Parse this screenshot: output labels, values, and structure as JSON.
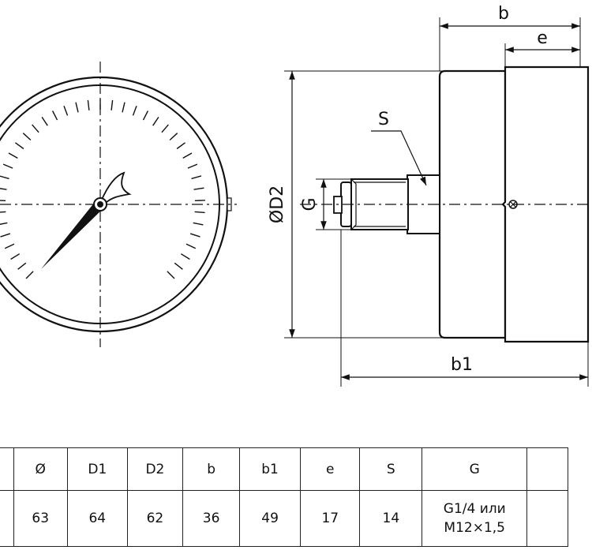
{
  "dimension_labels": {
    "b": "b",
    "e": "e",
    "S": "S",
    "D2": "ØD2",
    "G": "G",
    "b1": "b1"
  },
  "table": {
    "headers": [
      "",
      "Ø",
      "D1",
      "D2",
      "b",
      "b1",
      "e",
      "S",
      "G",
      ""
    ],
    "values": [
      "",
      "63",
      "64",
      "62",
      "36",
      "49",
      "17",
      "14",
      "G1/4 или\nM12×1,5",
      ""
    ]
  },
  "colors": {
    "line": "#111111",
    "background": "#ffffff"
  }
}
